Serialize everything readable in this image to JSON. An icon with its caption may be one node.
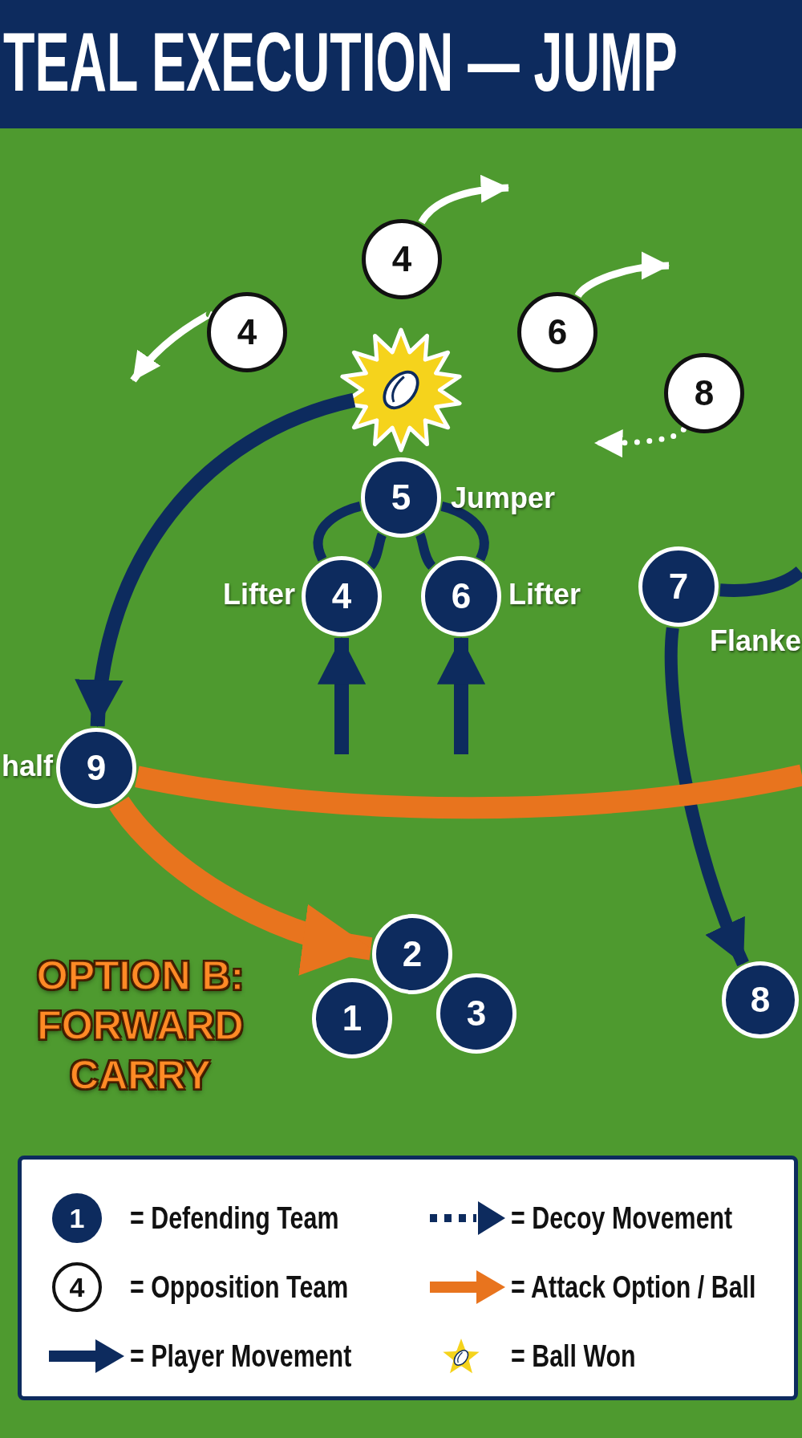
{
  "diagram": {
    "title": "TEAL EXECUTION — JUMP",
    "nodes": [
      {
        "text": [
          "4"
        ]
      },
      {
        "text": [
          "4"
        ]
      },
      {
        "text": [
          "6"
        ]
      },
      {
        "text": [
          "8"
        ]
      },
      {
        "text": [],
        "shape": "picture"
      },
      {
        "text": [
          "5"
        ],
        "beside": [
          "Jumper"
        ]
      },
      {
        "text": [
          "4"
        ],
        "beside": [
          "Lifter"
        ]
      },
      {
        "text": [
          "6"
        ],
        "beside": [
          "Lifter"
        ]
      },
      {
        "text": [
          "7"
        ],
        "beside": [
          "Flanke"
        ]
      },
      {
        "text": [
          "9"
        ],
        "beside": [
          "half"
        ]
      },
      {
        "text": [
          "2"
        ]
      },
      {
        "text": [
          "1"
        ]
      },
      {
        "text": [
          "3"
        ]
      },
      {
        "text": [
          "8"
        ]
      }
    ],
    "edges": [
      {
        "from": 0,
        "to": null,
        "arrow": "to",
        "color": "#ffffff"
      },
      {
        "from": 1,
        "to": null,
        "arrow": "to",
        "color": "#ffffff"
      },
      {
        "from": 2,
        "to": null,
        "arrow": "to",
        "color": "#ffffff"
      },
      {
        "from": 3,
        "to": null,
        "arrow": "to",
        "style": "dashed",
        "color": "#ffffff"
      },
      {
        "from": 4,
        "to": 9,
        "arrow": "to"
      },
      {
        "from": 6,
        "to": 5,
        "arrow": "none"
      },
      {
        "from": 6,
        "to": 5,
        "arrow": "none"
      },
      {
        "from": 7,
        "to": 5,
        "arrow": "none"
      },
      {
        "from": 7,
        "to": 5,
        "arrow": "none"
      },
      {
        "from": null,
        "to": 6,
        "arrow": "to"
      },
      {
        "from": null,
        "to": 7,
        "arrow": "to"
      },
      {
        "from": 8,
        "to": null,
        "arrow": "none"
      },
      {
        "from": 8,
        "to": 13,
        "arrow": "to"
      },
      {
        "from": 9,
        "to": null,
        "arrow": "none",
        "style": "thick",
        "color": "#e8741e"
      },
      {
        "from": 9,
        "to": 10,
        "arrow": "to",
        "style": "thick",
        "color": "#e8741e"
      }
    ],
    "labels": [
      "OPTION B: FORWARD CARRY",
      "1",
      "4"
    ],
    "legend": [
      {
        "text": "= Defending Team",
        "color": "#0d2b5e"
      },
      {
        "text": "= Decoy Movement"
      },
      {
        "text": "= Opposition Team"
      },
      {
        "text": "= Attack Option / Ball"
      },
      {
        "text": "= Player Movement"
      },
      {
        "text": "= Ball Won"
      }
    ]
  }
}
